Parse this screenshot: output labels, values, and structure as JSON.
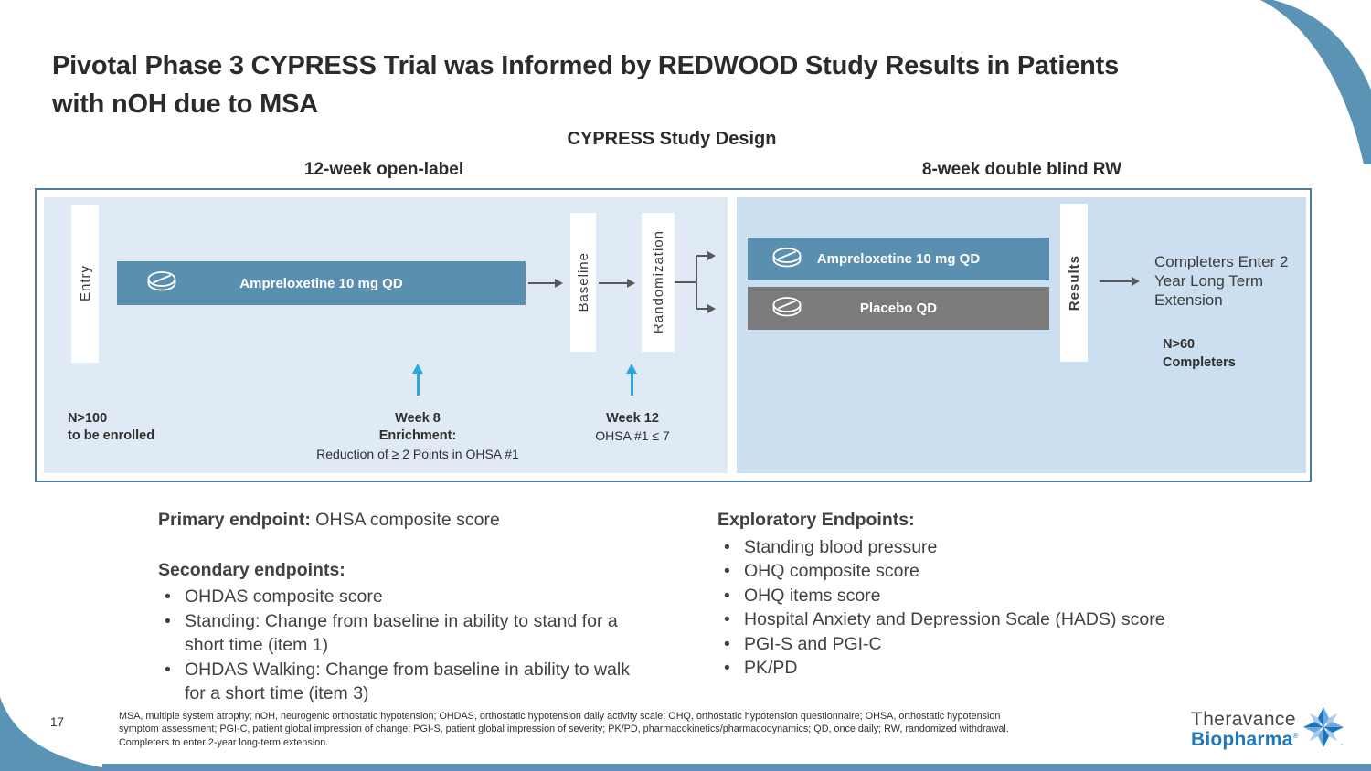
{
  "slide": {
    "title_line1": "Pivotal Phase 3 CYPRESS Trial was Informed by REDWOOD Study Results in Patients",
    "title_line2": "with nOH due to MSA",
    "diagram_title": "CYPRESS Study Design"
  },
  "diagram": {
    "phase_left_label": "12-week open-label",
    "phase_right_label": "8-week double blind RW",
    "entry_label": "Entry",
    "open_label_drug": "Ampreloxetine 10 mg QD",
    "baseline_label": "Baseline",
    "randomization_label": "Randomization",
    "rw_drug": "Ampreloxetine 10 mg QD",
    "rw_placebo": "Placebo QD",
    "results_label": "Results",
    "completers_lines": [
      "Completers Enter 2",
      "Year Long Term",
      "Extension"
    ],
    "n60_lines": [
      "N>60",
      "Completers"
    ],
    "n100_lines": [
      "N>100",
      "to be enrolled"
    ],
    "week8": {
      "title": "Week 8",
      "subtitle": "Enrichment:",
      "detail": "Reduction of ≥ 2 Points in OHSA #1"
    },
    "week12": {
      "title": "Week 12",
      "detail": "OHSA #1 ≤ 7"
    }
  },
  "endpoints": {
    "primary_label": "Primary endpoint:",
    "primary_value": " OHSA composite score",
    "secondary_label": "Secondary endpoints:",
    "secondary_items": [
      "OHDAS composite score",
      "Standing: Change from baseline in ability to stand for a short time (item 1)",
      "OHDAS Walking: Change from baseline in ability to walk for a short time (item 3)"
    ],
    "exploratory_label": "Exploratory Endpoints:",
    "exploratory_items": [
      "Standing blood pressure",
      "OHQ composite score",
      "OHQ items score",
      "Hospital Anxiety and Depression Scale (HADS) score",
      "PGI-S and PGI-C",
      "PK/PD"
    ]
  },
  "footer": {
    "page_number": "17",
    "footnote_lines": [
      "MSA, multiple system atrophy; nOH, neurogenic orthostatic hypotension; OHDAS, orthostatic hypotension daily activity scale; OHQ, orthostatic hypotension questionnaire; OHSA, orthostatic hypotension",
      "symptom assessment; PGI-C, patient global impression of change; PGI-S, patient global impression of severity; PK/PD, pharmacokinetics/pharmacodynamics; QD, once daily; RW, randomized withdrawal.",
      "Completers to enter 2-year long-term extension."
    ],
    "logo_line1": "Theravance",
    "logo_line2": "Biopharma",
    "logo_registered": "®"
  },
  "colors": {
    "accent_steel_blue": "#5b93b5",
    "diagram_border_blue": "#4f7c9e",
    "panel_left_blue": "#dfeaf5",
    "panel_right_blue": "#cbdff0",
    "drug_bar_blue": "#5b8fb0",
    "placebo_gray": "#7b7b7b",
    "cyan_arrow": "#2aa9df",
    "logo_blue": "#1f78be"
  }
}
